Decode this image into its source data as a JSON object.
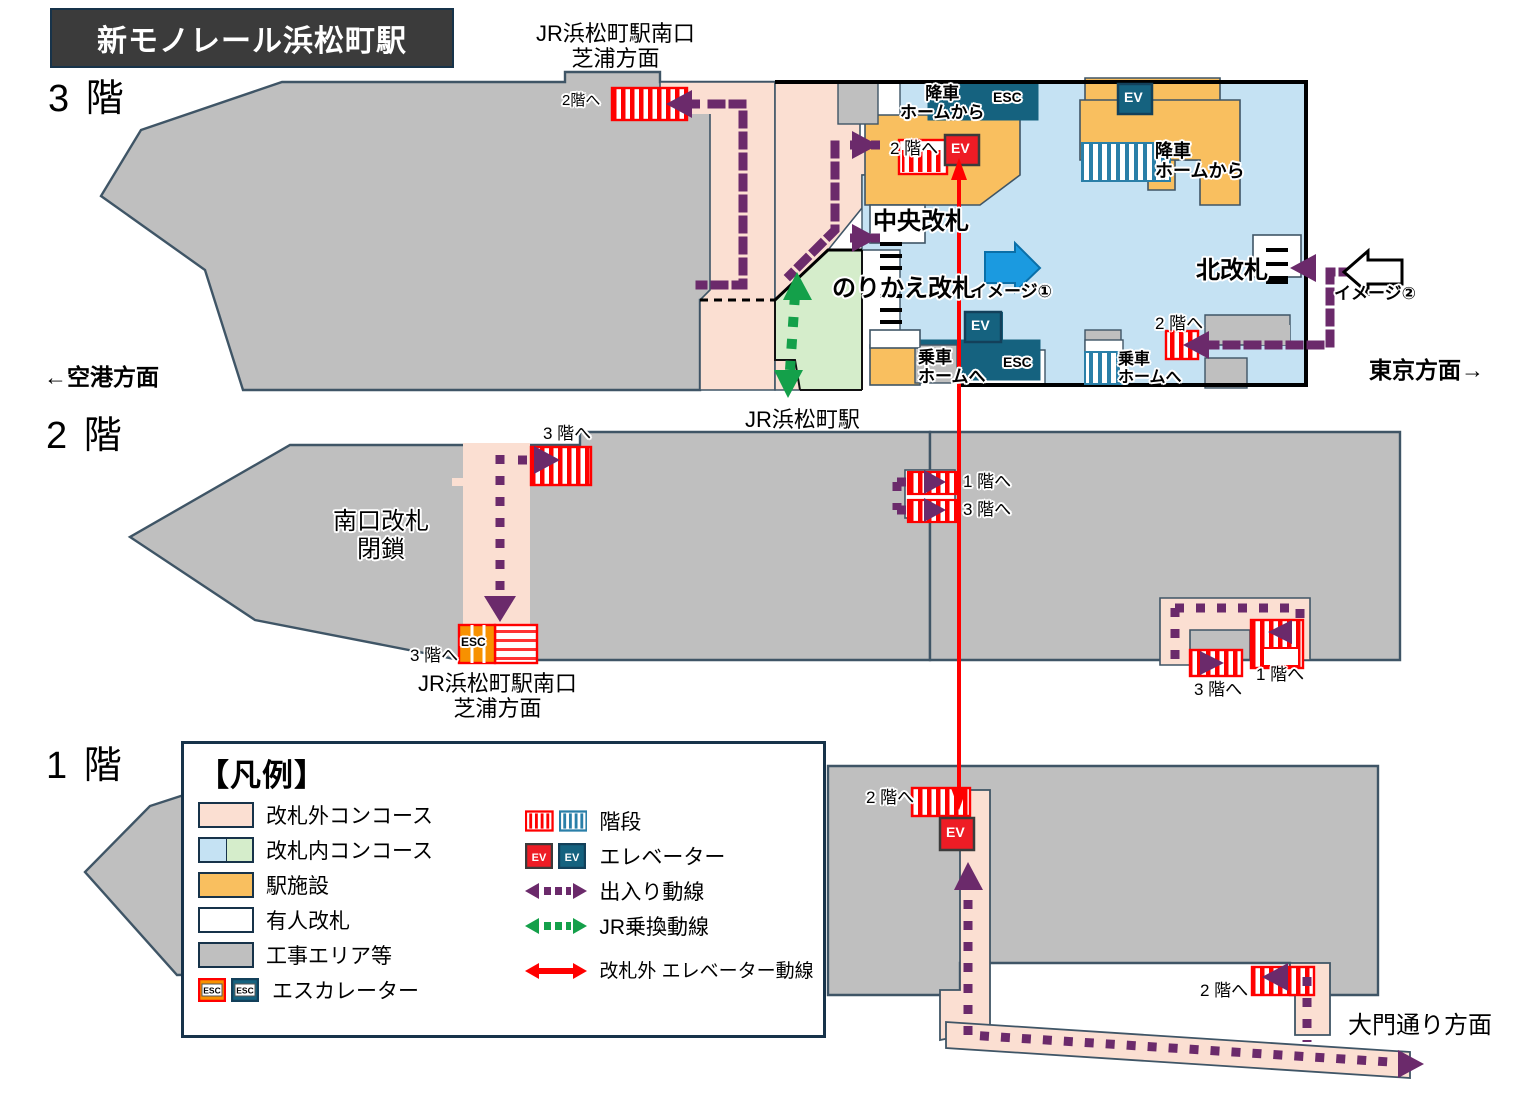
{
  "title": "新モノレール浜松町駅",
  "floors": [
    {
      "id": "3f",
      "label": "3 階"
    },
    {
      "id": "2f",
      "label": "2 階"
    },
    {
      "id": "1f",
      "label": "1 階"
    }
  ],
  "directions": {
    "airport": "←空港方面",
    "tokyo": "東京方面→",
    "daimon": "大門通り方面"
  },
  "f3": {
    "jr_south_exit": "JR浜松町駅南口\n芝浦方面",
    "to_2f_a": "2階へ",
    "to_2f_b": "2 階へ",
    "to_2f_c": "2 階へ",
    "alight_from_platform_1": "降車\nホームから",
    "alight_from_platform_2": "降車\nホームから",
    "board_to_platform_1": "乗車\nホームへ",
    "board_to_platform_2": "乗車\nホームへ",
    "central_gate": "中央改札",
    "transfer_gate": "のりかえ改札",
    "north_gate": "北改札",
    "image1": "イメージ①",
    "image2": "イメージ②",
    "jr_hamamatsucho": "JR浜松町駅",
    "esc_label": "ESC",
    "ev_label": "EV"
  },
  "f2": {
    "south_gate_closed": "南口改札\n閉鎖",
    "to_3f_a": "3 階へ",
    "to_3f_b": "3 階へ",
    "to_3f_c": "3 階へ",
    "to_3f_d": "3 階へ",
    "to_1f_a": "1 階へ",
    "to_1f_b": "1 階へ",
    "jr_south_exit": "JR浜松町駅南口\n芝浦方面",
    "esc_label": "ESC"
  },
  "f1": {
    "to_2f_a": "2 階へ",
    "to_2f_b": "2 階へ",
    "ev_label": "EV"
  },
  "legend": {
    "heading": "【凡例】",
    "left": [
      {
        "icon": "swatch-outside-concourse",
        "label": "改札外コンコース",
        "colors": [
          "#fbdfd2"
        ]
      },
      {
        "icon": "swatch-inside-concourse",
        "label": "改札内コンコース",
        "colors": [
          "#c5e2f3",
          "#d5edcb"
        ]
      },
      {
        "icon": "swatch-station-facility",
        "label": "駅施設",
        "colors": [
          "#f9bf5f"
        ]
      },
      {
        "icon": "swatch-staffed-gate",
        "label": "有人改札",
        "colors": [
          "#ffffff"
        ]
      },
      {
        "icon": "swatch-construction-area",
        "label": "工事エリア等",
        "colors": [
          "#bfbfbf"
        ]
      },
      {
        "icon": "escalator-icon",
        "label": "エスカレーター",
        "colors": [
          "#ff0000",
          "#1d5f84"
        ]
      }
    ],
    "right": [
      {
        "icon": "stairs-icon",
        "label": "階段"
      },
      {
        "icon": "elevator-icon",
        "label": "エレベーター"
      },
      {
        "icon": "entry-exit-flow-icon",
        "label": "出入り動線"
      },
      {
        "icon": "jr-transfer-flow-icon",
        "label": "JR乗換動線"
      },
      {
        "icon": "outside-gate-elevator-flow-icon",
        "label": "改札外\nエレベーター動線"
      }
    ]
  },
  "colors": {
    "outside_concourse": "#fbdfd2",
    "inside_concourse_blue": "#c5e2f3",
    "inside_concourse_green": "#d5edcb",
    "station_facility": "#f9bf5f",
    "construction": "#bfbfbf",
    "staffed_gate": "#ffffff",
    "stairs_red": "#ff0000",
    "stairs_blue": "#1d5f84",
    "elevator_red": "#ee1c25",
    "elevator_blue": "#1d5f84",
    "entry_flow": "#6b2a6b",
    "jr_flow": "#14a04a",
    "ev_flow": "#ff0000",
    "outline": "#3f5566",
    "title_bg": "#3b3b3b",
    "escalator_orange": "#f79100",
    "image_arrow_blue": "#1b9ae0"
  }
}
